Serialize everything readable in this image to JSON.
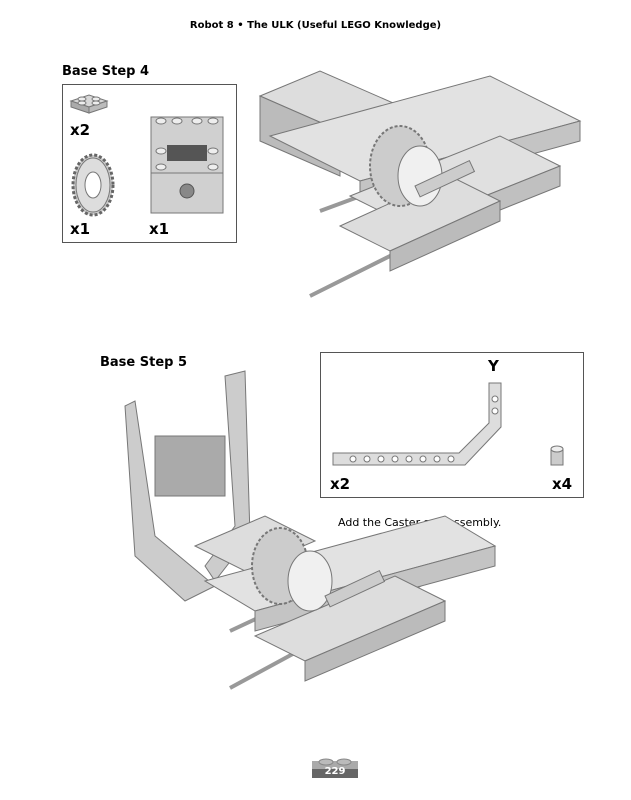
{
  "running_head": "Robot 8 • The ULK (Useful LEGO Knowledge)",
  "step4": {
    "title": "Base Step 4",
    "parts": [
      {
        "name": "plate-2x2",
        "qty": "x2"
      },
      {
        "name": "gear-24-tooth",
        "qty": "x1"
      },
      {
        "name": "brick-with-axle-block",
        "qty": "x1"
      }
    ]
  },
  "step5": {
    "title": "Base Step 5",
    "parts_label": "Y",
    "parts": [
      {
        "name": "angled-beam",
        "qty": "x2"
      },
      {
        "name": "bush",
        "qty": "x4"
      }
    ],
    "caption": "Add the Caster sub-assembly."
  },
  "page_number": "229"
}
